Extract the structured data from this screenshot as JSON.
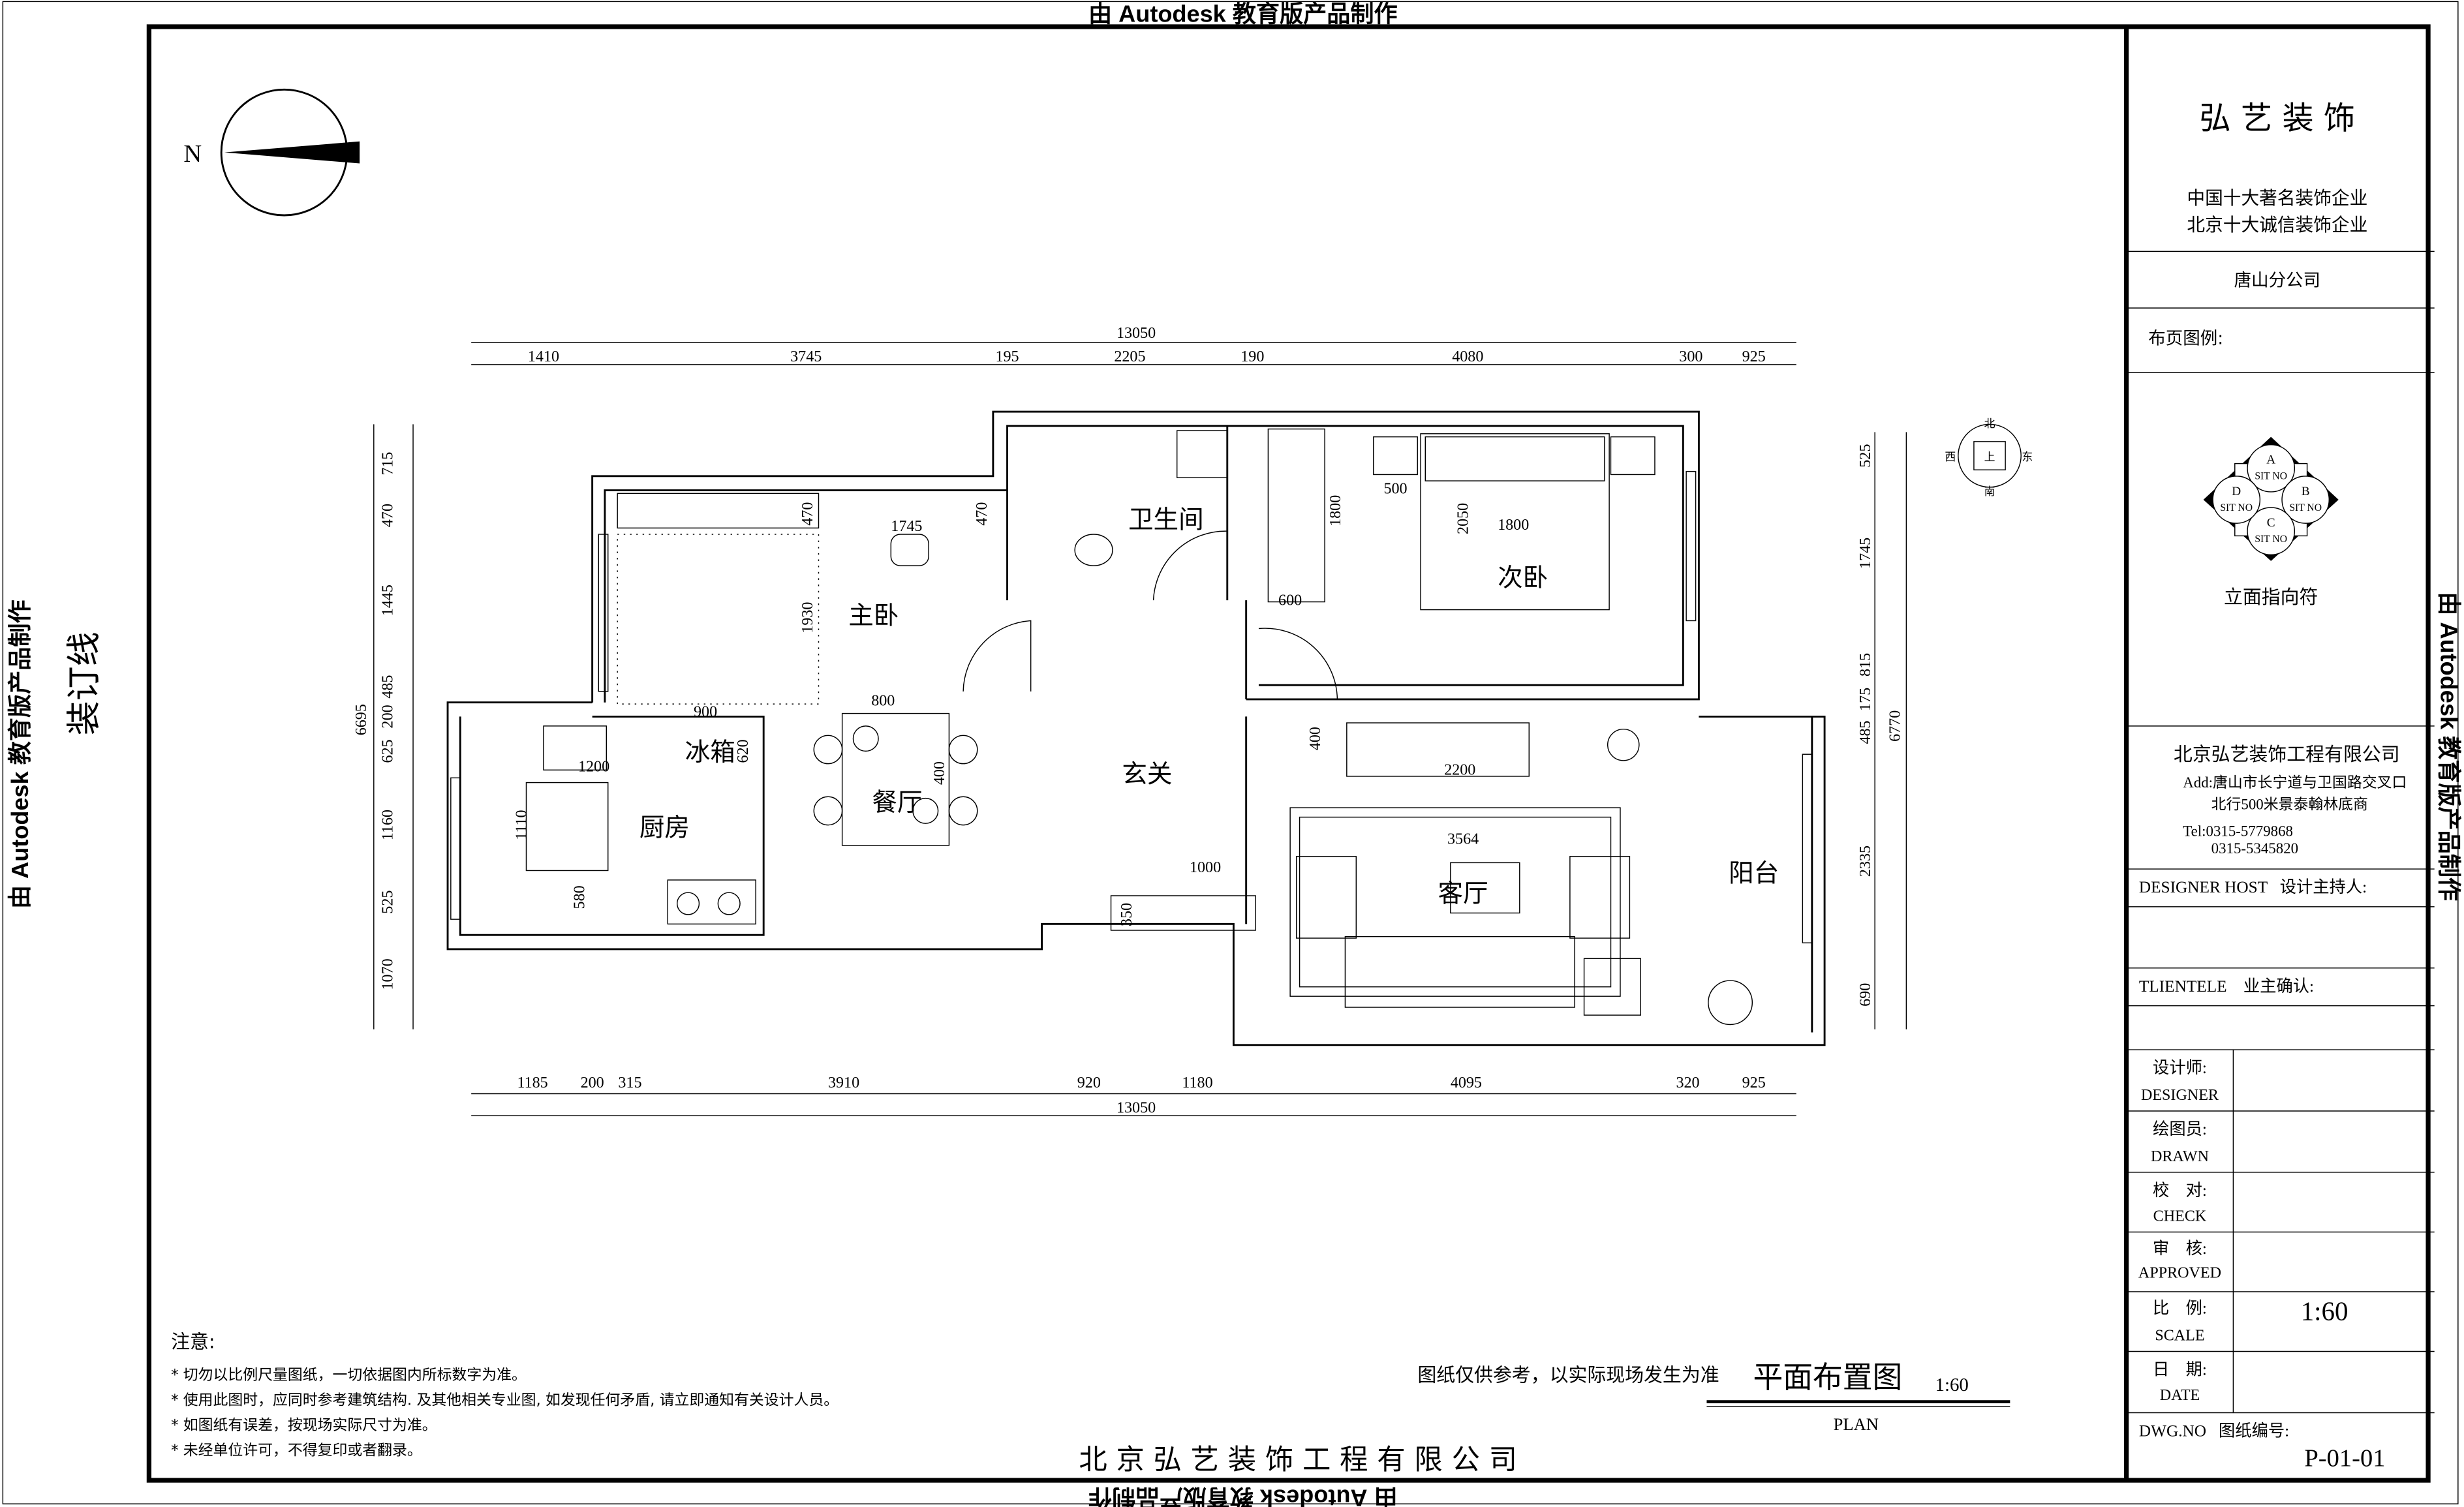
{
  "watermark": {
    "top": "由 Autodesk 教育版产品制作",
    "left": "由 Autodesk 教育版产品制作",
    "right": "由 Autodesk 教育版产品制作",
    "bottom": "由 Autodesk 教育版产品制作"
  },
  "binding_line": "装订线",
  "north_label": "N",
  "dimensions": {
    "top_total": "13050",
    "top": [
      "1410",
      "3745",
      "195",
      "2205",
      "190",
      "4080",
      "300",
      "925"
    ],
    "bottom_total": "13050",
    "bottom": [
      "1185",
      "200",
      "315",
      "3910",
      "920",
      "1180",
      "4095",
      "320",
      "925"
    ],
    "left_total": "6695",
    "left": [
      "715",
      "470",
      "1445",
      "485",
      "200",
      "625",
      "1160",
      "525",
      "1070"
    ],
    "right_total": "6770",
    "right": [
      "525",
      "1745",
      "815",
      "175",
      "485",
      "2335",
      "690"
    ],
    "interior": [
      "1745",
      "470",
      "470",
      "1930",
      "800",
      "900",
      "1200",
      "620",
      "400",
      "1110",
      "580",
      "1800",
      "500",
      "2050",
      "1800",
      "600",
      "400",
      "2200",
      "3564",
      "1000",
      "350"
    ]
  },
  "rooms": {
    "master_bedroom": "主卧",
    "bathroom": "卫生间",
    "second_bedroom": "次卧",
    "fridge": "冰箱",
    "kitchen": "厨房",
    "dining": "餐厅",
    "foyer": "玄关",
    "living": "客厅",
    "balcony": "阳台"
  },
  "mini_compass": {
    "n": "北",
    "s": "南",
    "w": "西",
    "e": "东",
    "center": "上"
  },
  "notes": {
    "title": "注意:",
    "items": [
      "* 切勿以比例尺量图纸，一切依据图内所标数字为准。",
      "* 使用此图时，应同时参考建筑结构. 及其他相关专业图, 如发现任何矛盾, 请立即通知有关设计人员。",
      "* 如图纸有误差，按现场实际尺寸为准。",
      "* 未经单位许可，不得复印或者翻录。"
    ]
  },
  "plan_title": {
    "disclaimer": "图纸仅供参考，以实际现场发生为准",
    "name": "平面布置图",
    "scale": "1:60",
    "subtitle": "PLAN"
  },
  "footer_company": "北 京 弘 艺 装 饰 工 程 有 限 公 司",
  "title_block": {
    "brand": "弘 艺 装 饰",
    "slogan1": "中国十大著名装饰企业",
    "slogan2": "北京十大诚信装饰企业",
    "branch": "唐山分公司",
    "legend_label": "布页图例:",
    "elevation_marks": [
      "A",
      "B",
      "C",
      "D"
    ],
    "elevation_sub": "SIT NO",
    "elevation_caption": "立面指向符",
    "company": "北京弘艺装饰工程有限公司",
    "address1": "Add:唐山市长宁道与卫国路交叉口",
    "address2": "北行500米景泰翰林底商",
    "tel1": "Tel:0315-5779868",
    "tel2": "0315-5345820",
    "designer_host": "DESIGNER HOST   设计主持人:",
    "client": "TLIENTELE    业主确认:",
    "rows": [
      {
        "cn": "设计师:",
        "en": "DESIGNER",
        "value": ""
      },
      {
        "cn": "绘图员:",
        "en": "DRAWN",
        "value": ""
      },
      {
        "cn": "校　对:",
        "en": "CHECK",
        "value": ""
      },
      {
        "cn": "审　核:",
        "en": "APPROVED",
        "value": ""
      },
      {
        "cn": "比　例:",
        "en": "SCALE",
        "value": "1:60"
      },
      {
        "cn": "日　期:",
        "en": "DATE",
        "value": ""
      }
    ],
    "dwg_label": "DWG.NO   图纸编号:",
    "dwg_no": "P-01-01"
  }
}
